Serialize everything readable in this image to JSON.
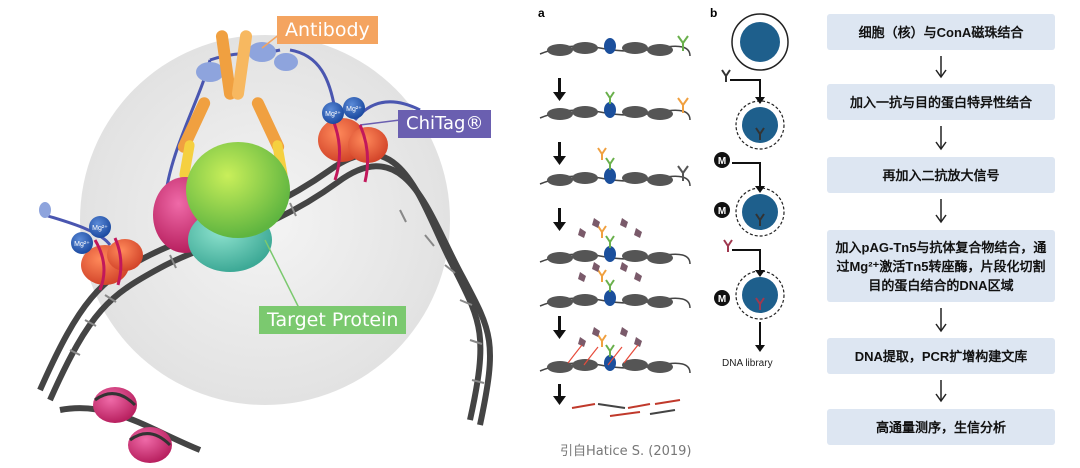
{
  "left_panel": {
    "antibody_label": "Antibody",
    "chitag_label": "ChiTag®",
    "target_label": "Target Protein",
    "mg_label": "Mg²⁺"
  },
  "middle_panel": {
    "label_a": "a",
    "label_b": "b",
    "marker_m": "M",
    "dna_library": "DNA library",
    "citation": "引自Hatice S. (2019)"
  },
  "flow_steps": [
    {
      "text": "细胞（核）与ConA磁珠结合"
    },
    {
      "text": "加入一抗与目的蛋白特异性结合"
    },
    {
      "text": "再加入二抗放大信号"
    },
    {
      "text": "加入pAG-Tn5与抗体复合物结合，通过Mg²⁺激活Tn5转座酶，片段化切割目的蛋白结合的DNA区域"
    },
    {
      "text": "DNA提取，PCR扩增构建文库"
    },
    {
      "text": "高通量测序，生信分析"
    }
  ],
  "colors": {
    "box_fill": "#dde6f2",
    "antibody": "#f4a460",
    "chitag": "#6a5fb0",
    "target": "#7bc96f"
  }
}
